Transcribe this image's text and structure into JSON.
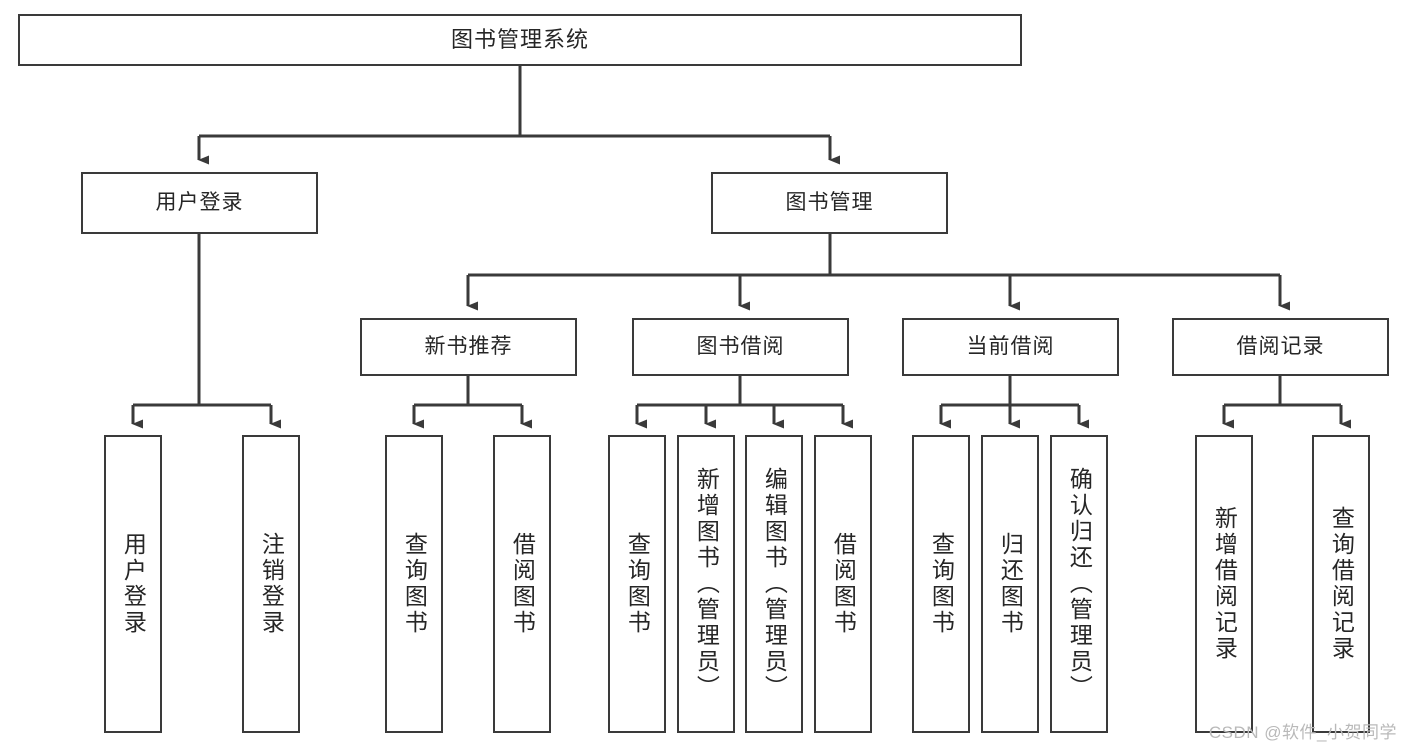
{
  "diagram": {
    "type": "tree",
    "title": "图书管理系统",
    "root": {
      "label": "图书管理系统"
    },
    "level1": [
      {
        "label": "用户登录"
      },
      {
        "label": "图书管理"
      }
    ],
    "level2": [
      {
        "label": "新书推荐",
        "parent": "图书管理"
      },
      {
        "label": "图书借阅",
        "parent": "图书管理"
      },
      {
        "label": "当前借阅",
        "parent": "图书管理"
      },
      {
        "label": "借阅记录",
        "parent": "图书管理"
      }
    ],
    "leaves": [
      {
        "label": "用户登录",
        "parent": "用户登录"
      },
      {
        "label": "注销登录",
        "parent": "用户登录"
      },
      {
        "label": "查询图书",
        "parent": "新书推荐"
      },
      {
        "label": "借阅图书",
        "parent": "新书推荐"
      },
      {
        "label": "查询图书",
        "parent": "图书借阅"
      },
      {
        "label": "新增图书（管理员）",
        "parent": "图书借阅"
      },
      {
        "label": "编辑图书（管理员）",
        "parent": "图书借阅"
      },
      {
        "label": "借阅图书",
        "parent": "图书借阅"
      },
      {
        "label": "查询图书",
        "parent": "当前借阅"
      },
      {
        "label": "归还图书",
        "parent": "当前借阅"
      },
      {
        "label": "确认归还（管理员）",
        "parent": "当前借阅"
      },
      {
        "label": "新增借阅记录",
        "parent": "借阅记录"
      },
      {
        "label": "查询借阅记录",
        "parent": "借阅记录"
      }
    ]
  },
  "watermark": {
    "text": "CSDN @软件_小贺同学"
  },
  "colors": {
    "stroke": "#3a3a3a",
    "text": "#262626",
    "background": "#ffffff",
    "watermark": "#b9b9b9"
  }
}
